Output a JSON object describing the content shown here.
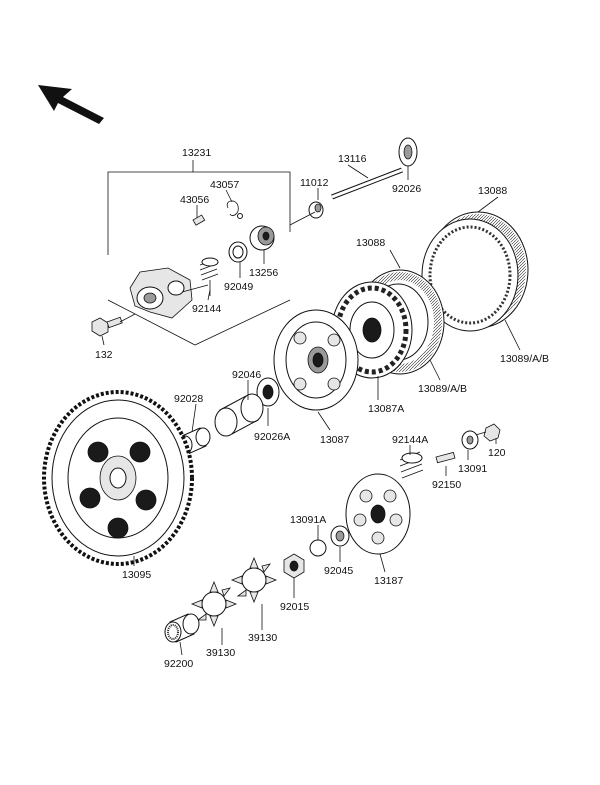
{
  "labels": {
    "p13231": "13231",
    "p43057": "43057",
    "p43056": "43056",
    "p13116": "13116",
    "p11012": "11012",
    "p92026": "92026",
    "p13088_top": "13088",
    "p13088_mid": "13088",
    "p13256": "13256",
    "p92049": "92049",
    "p92144": "92144",
    "p132": "132",
    "p13089_a": "13089/A/B",
    "p13089_b": "13089/A/B",
    "p13087A": "13087A",
    "p92046": "92046",
    "p92028": "92028",
    "p92026A": "92026A",
    "p13087": "13087",
    "p92144A": "92144A",
    "p120": "120",
    "p13091": "13091",
    "p92150": "92150",
    "p13091A": "13091A",
    "p92045": "92045",
    "p13187": "13187",
    "p13095": "13095",
    "p92015": "92015",
    "p39130_a": "39130",
    "p39130_b": "39130",
    "p92200": "92200"
  },
  "icons": {
    "direction": "front-arrow-icon"
  }
}
